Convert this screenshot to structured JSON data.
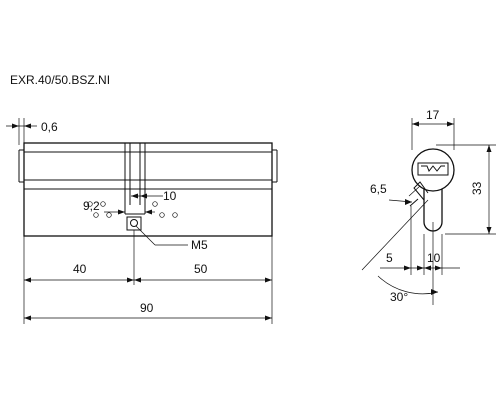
{
  "title": "EXR.40/50.BSZ.NI",
  "side_view": {
    "dim_offset": "0,6",
    "dim_cam_width": "10",
    "dim_cam_gap": "9,2",
    "label_screw": "M5",
    "dim_left": "40",
    "dim_right": "50",
    "dim_total": "90"
  },
  "end_view": {
    "dim_width": "17",
    "dim_height": "33",
    "dim_radius": "6,5",
    "dim_bottom_left": "5",
    "dim_bottom_right": "10",
    "dim_angle": "30°"
  }
}
